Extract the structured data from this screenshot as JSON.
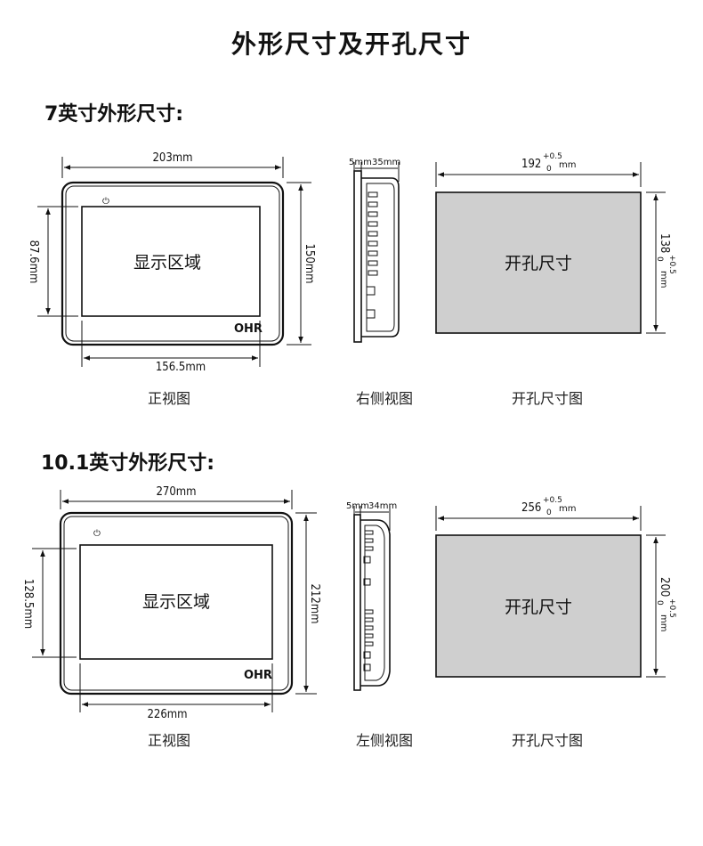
{
  "page_title": "外形尺寸及开孔尺寸",
  "sections": [
    {
      "title": "7英寸外形尺寸:",
      "front": {
        "width": "203mm",
        "height": "150mm",
        "display_width": "156.5mm",
        "display_height": "87.6mm",
        "display_label": "显示区域",
        "logo": "OHR",
        "power_symbol": "⏻",
        "caption": "正视图"
      },
      "side": {
        "bezel": "5mm",
        "depth": "35mm",
        "caption": "右侧视图"
      },
      "cutout": {
        "width_base": "192",
        "height_base": "138",
        "tol_plus": "+0.5",
        "tol_minus": "0",
        "unit": "mm",
        "label": "开孔尺寸",
        "caption": "开孔尺寸图",
        "fill_color": "#cfcfcf"
      }
    },
    {
      "title": "10.1英寸外形尺寸:",
      "front": {
        "width": "270mm",
        "height": "212mm",
        "display_width": "226mm",
        "display_height": "128.5mm",
        "display_label": "显示区域",
        "logo": "OHR",
        "power_symbol": "⏻",
        "caption": "正视图"
      },
      "side": {
        "bezel": "5mm",
        "depth": "34mm",
        "caption": "左侧视图"
      },
      "cutout": {
        "width_base": "256",
        "height_base": "200",
        "tol_plus": "+0.5",
        "tol_minus": "0",
        "unit": "mm",
        "label": "开孔尺寸",
        "caption": "开孔尺寸图",
        "fill_color": "#cfcfcf"
      }
    }
  ]
}
